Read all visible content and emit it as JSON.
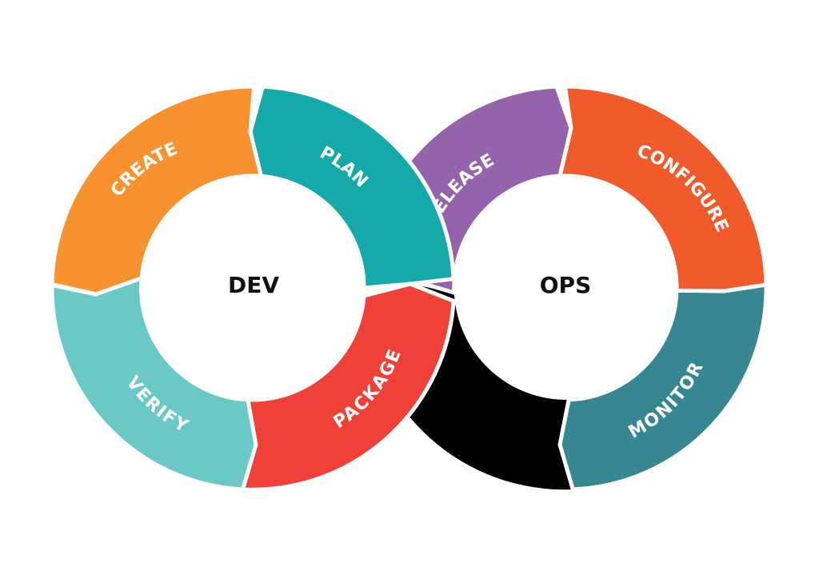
{
  "dev_loop": {
    "center_label": "DEV",
    "segments": [
      {
        "key": "plan",
        "label": "PLAN",
        "color": "#15aaa9"
      },
      {
        "key": "create",
        "label": "CREATE",
        "color": "#f7922f"
      },
      {
        "key": "verify",
        "label": "VERIFY",
        "color": "#6ac9c4"
      },
      {
        "key": "package",
        "label": "PACKAGE",
        "color": "#ef4137"
      }
    ]
  },
  "ops_loop": {
    "center_label": "OPS",
    "segments": [
      {
        "key": "release",
        "label": "RELEASE",
        "color": "#9363ab"
      },
      {
        "key": "configure",
        "label": "CONFIGURE",
        "color": "#f15a2a"
      },
      {
        "key": "monitor",
        "label": "MONITOR",
        "color": "#368791"
      },
      {
        "key": "bottom",
        "label": "",
        "color": "#15aaa9"
      }
    ]
  },
  "colors": {
    "background": "#ffffff",
    "separator": "#ffffff",
    "center_text": "#111111"
  }
}
